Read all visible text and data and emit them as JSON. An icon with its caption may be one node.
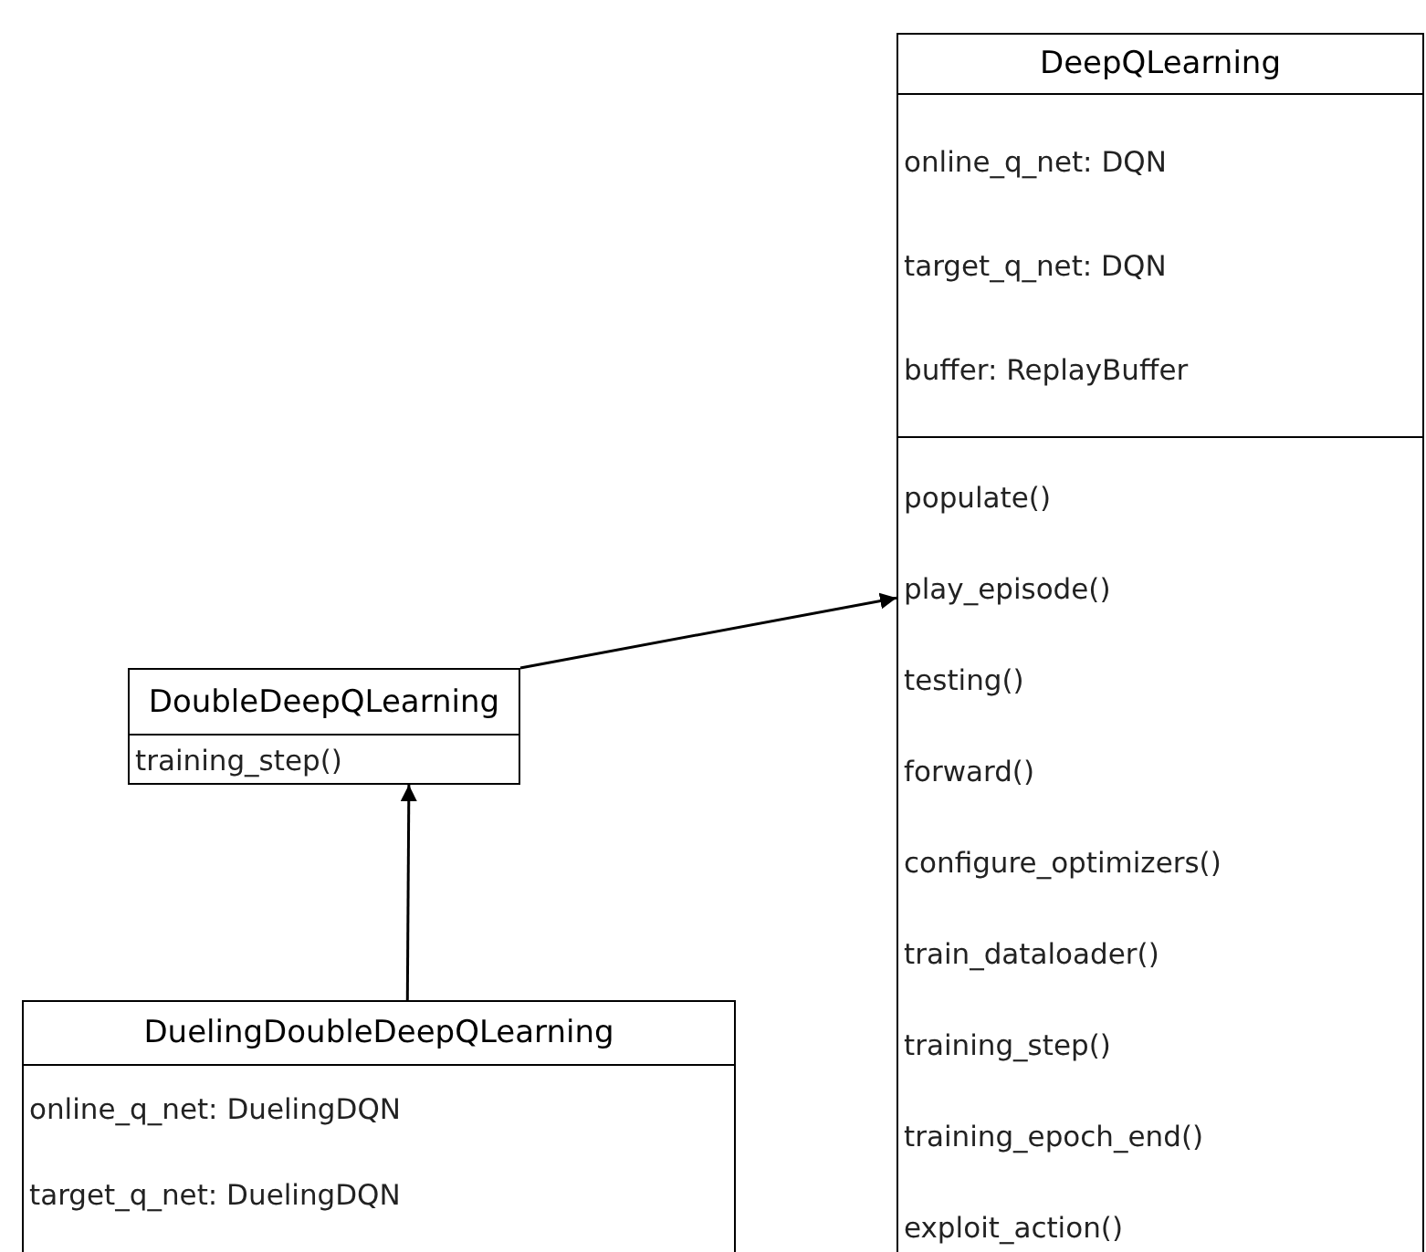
{
  "diagram": {
    "nodes": [
      {
        "text": [
          "DeepQLearning",
          "online_q_net: DQN",
          "target_q_net: DQN",
          "buffer: ReplayBuffer",
          "populate()",
          "play_episode()",
          "testing()",
          "forward()",
          "configure_optimizers()",
          "train_dataloader()",
          "training_step()",
          "training_epoch_end()",
          "exploit_action()"
        ]
      },
      {
        "text": [
          "DoubleDeepQLearning",
          "training_step()"
        ]
      },
      {
        "text": [
          "DuelingDoubleDeepQLearning",
          "online_q_net: DuelingDQN",
          "target_q_net: DuelingDQN"
        ]
      }
    ],
    "edges": [
      {
        "from": 1,
        "to": 0,
        "arrow": "to"
      },
      {
        "from": 2,
        "to": 1,
        "arrow": "to"
      }
    ]
  }
}
